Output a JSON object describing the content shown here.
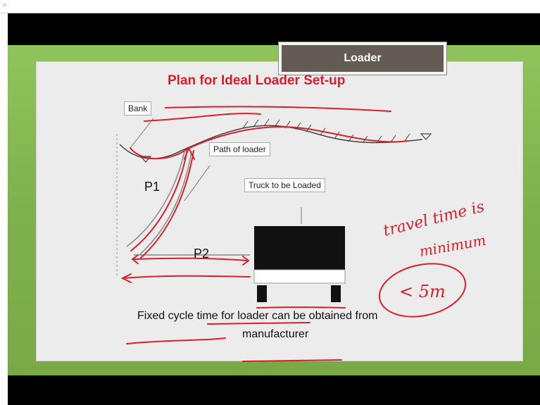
{
  "slide": {
    "section_title": "Loader",
    "main_title": "Plan for Ideal Loader Set-up",
    "labels": {
      "bank": "Bank",
      "path_of_loader": "Path of loader",
      "truck": "Truck to be Loaded",
      "p1": "P1",
      "p2": "P2"
    },
    "footer": {
      "line1": "Fixed cycle time for loader can be obtained from",
      "line2": "manufacturer"
    },
    "handwriting": {
      "line1": "travel time is",
      "line2": "minimum",
      "circled": "< 5m"
    }
  },
  "colors": {
    "accent_red": "#d8202c",
    "slide_green": "#85ba52",
    "panel_gray": "#ececec",
    "title_tab_dark": "#625c55"
  }
}
